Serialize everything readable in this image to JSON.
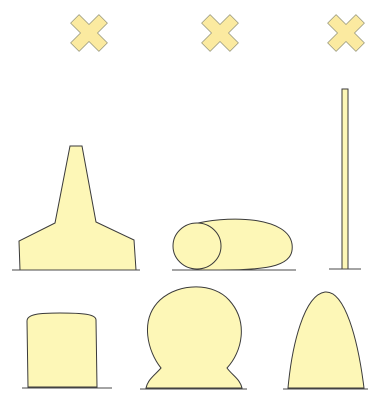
{
  "colors": {
    "shape_fill": "#fdf7b7",
    "outline": "#3a3a3a",
    "cross_fill": "#fbeaa0",
    "cross_stroke": "#9a9a80",
    "ground": "#4a4a4a",
    "background": "#ffffff"
  },
  "icons": {
    "markers": [
      "cross-icon",
      "cross-icon",
      "cross-icon"
    ]
  },
  "figures": [
    {
      "id": "stepped-cone",
      "row": 1,
      "col": 1
    },
    {
      "id": "lying-cylinder",
      "row": 1,
      "col": 2
    },
    {
      "id": "thin-rod",
      "row": 1,
      "col": 3
    },
    {
      "id": "rounded-block",
      "row": 2,
      "col": 1
    },
    {
      "id": "ball-on-base",
      "row": 2,
      "col": 2
    },
    {
      "id": "bullet-dome",
      "row": 2,
      "col": 3
    }
  ]
}
